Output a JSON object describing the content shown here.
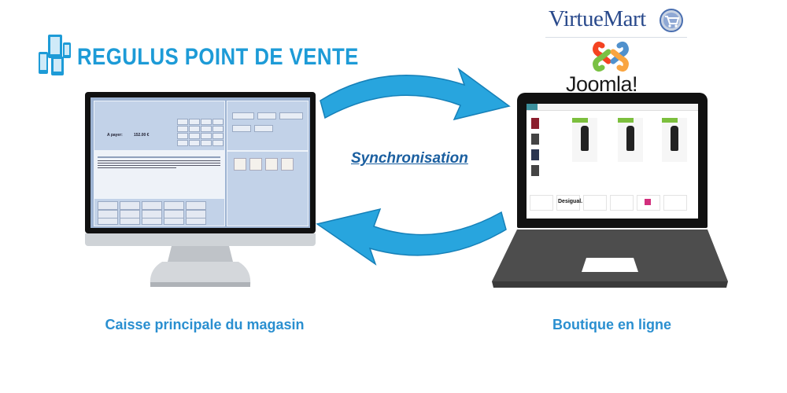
{
  "regulus": {
    "title": "REGULUS POINT DE VENTE"
  },
  "logos": {
    "virtuemart": "VirtueMart",
    "joomla": "Joomla!",
    "desigual": "Desigual."
  },
  "diagram": {
    "sync_label": "Synchronisation",
    "left_caption": "Caisse principale du magasin",
    "right_caption": "Boutique en ligne"
  },
  "pos": {
    "amount_label": "A payer:",
    "amount_value": "152.00 €"
  },
  "colors": {
    "brand_blue": "#1d9bd7",
    "arrow_blue": "#28a5de",
    "caption_blue": "#2a8fd0",
    "sync_blue": "#1b5fa0",
    "pos_bg": "#9db3d2",
    "shop_green": "#7cbf3d"
  },
  "icons": [
    "regulus-devices-icon",
    "virtuemart-cart-icon",
    "joomla-icon",
    "sync-arrow-top-icon",
    "sync-arrow-bottom-icon",
    "monitor-icon",
    "laptop-icon"
  ]
}
